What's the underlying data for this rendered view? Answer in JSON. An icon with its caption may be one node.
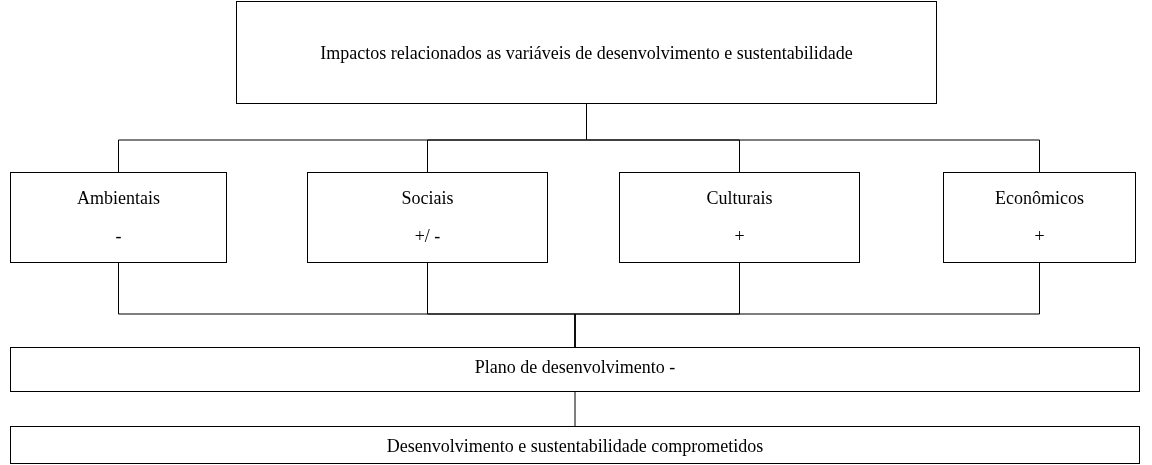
{
  "diagram": {
    "nodes": [
      {
        "text": [
          "Impactos relacionados as variáveis de desenvolvimento e sustentabilidade"
        ]
      },
      {
        "text": [
          "Ambientais",
          "-"
        ]
      },
      {
        "text": [
          "Sociais",
          "+/ -"
        ]
      },
      {
        "text": [
          "Culturais",
          "+"
        ]
      },
      {
        "text": [
          "Econômicos",
          "+"
        ]
      },
      {
        "text": [
          "Plano de desenvolvimento  -"
        ]
      },
      {
        "text": [
          "Desenvolvimento e sustentabilidade comprometidos"
        ]
      }
    ],
    "edges": [
      {
        "from": 0,
        "to": 1,
        "arrow": "none"
      },
      {
        "from": 0,
        "to": 2,
        "arrow": "none"
      },
      {
        "from": 0,
        "to": 3,
        "arrow": "none"
      },
      {
        "from": 0,
        "to": 4,
        "arrow": "none"
      },
      {
        "from": 1,
        "to": 5,
        "arrow": "none"
      },
      {
        "from": 2,
        "to": 5,
        "arrow": "none"
      },
      {
        "from": 3,
        "to": 5,
        "arrow": "none"
      },
      {
        "from": 4,
        "to": 5,
        "arrow": "none"
      },
      {
        "from": 5,
        "to": 6,
        "arrow": "none"
      }
    ]
  }
}
